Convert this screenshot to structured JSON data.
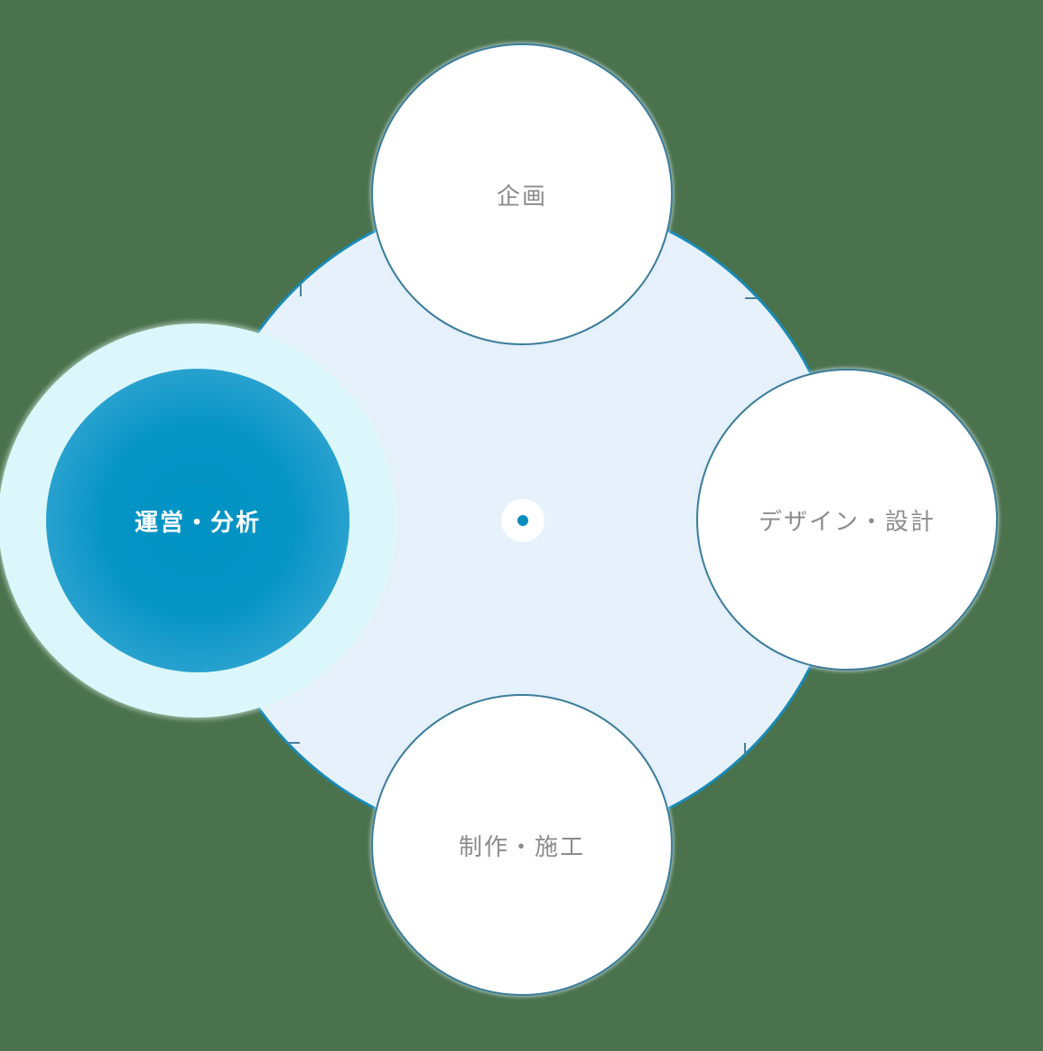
{
  "diagram": {
    "type": "cycle",
    "nodes": [
      {
        "id": "planning",
        "label": "企画",
        "position": "top",
        "active": false
      },
      {
        "id": "design",
        "label": "デザイン・設計",
        "position": "right",
        "active": false
      },
      {
        "id": "production",
        "label": "制作・施工",
        "position": "bottom",
        "active": false
      },
      {
        "id": "operation",
        "label": "運営・分析",
        "position": "left",
        "active": true
      }
    ],
    "colors": {
      "background": "#4a724c",
      "ring_fill": "#e6f1fb",
      "ring_stroke": "#1b8ab4",
      "node_fill": "#ffffff",
      "node_stroke": "#3c7c99",
      "node_text": "#8c8c8c",
      "active_fill": "#0093c4",
      "active_glow": "#dcf7fb",
      "active_text": "#ffffff",
      "center_dot": "#0a8bbe"
    }
  }
}
